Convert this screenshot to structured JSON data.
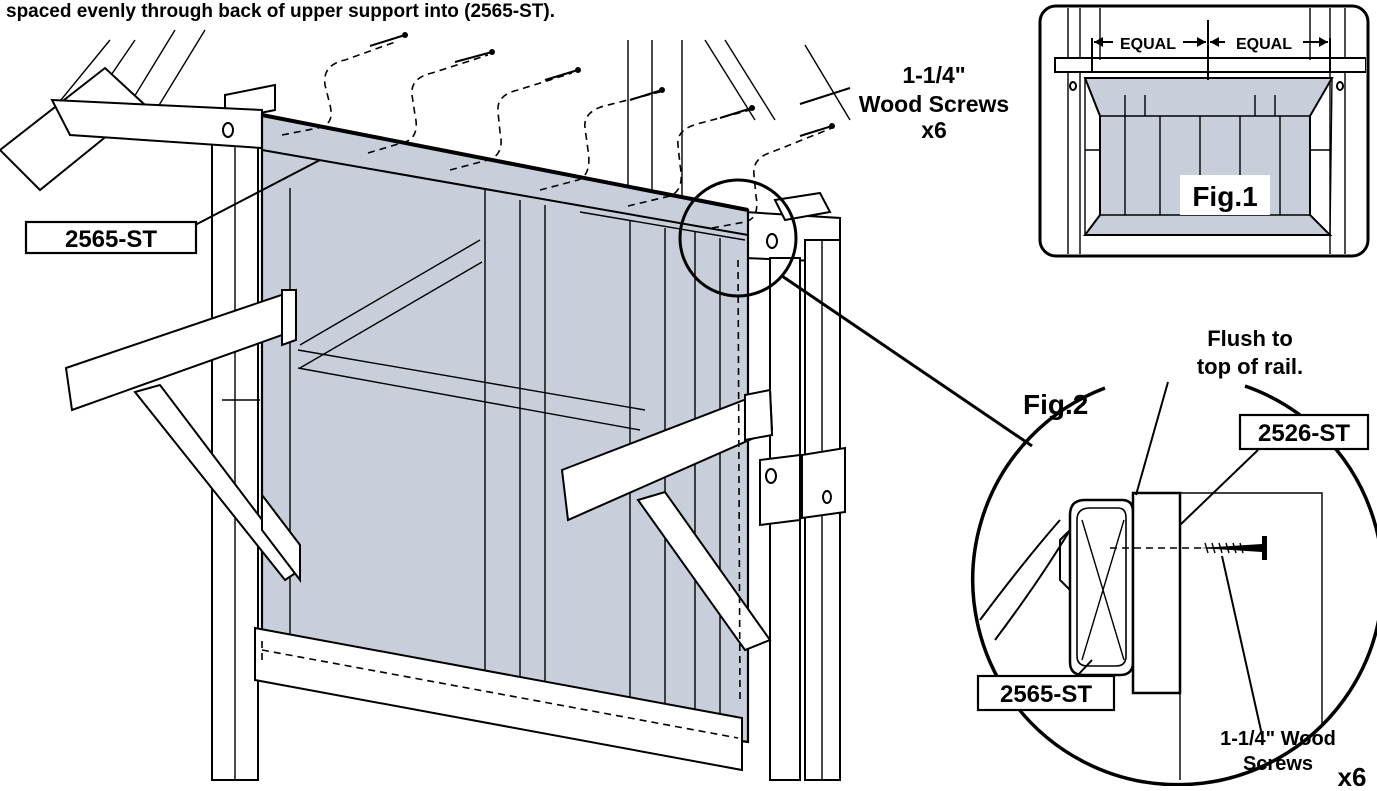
{
  "instruction_text": "spaced evenly through back of upper support into (2565-ST).",
  "main_view": {
    "part_label": "2565-ST",
    "screw_callout": {
      "size": "1-1/4\"",
      "name": "Wood Screws",
      "qty": "x6"
    }
  },
  "fig1": {
    "title": "Fig.1",
    "dimension_left": "EQUAL",
    "dimension_right": "EQUAL"
  },
  "fig2": {
    "title": "Fig.2",
    "flush_note_line1": "Flush to",
    "flush_note_line2": "top of rail.",
    "rail_label": "2526-ST",
    "panel_label": "2565-ST",
    "screw_size": "1-1/4\" Wood",
    "screw_name": "Screws",
    "screw_qty": "x6"
  }
}
